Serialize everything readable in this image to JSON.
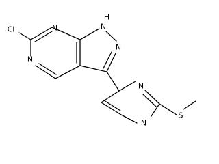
{
  "structure": {
    "atom_labels": {
      "chlorine": "Cl",
      "n_pyrimidine_top": "N",
      "n_pyrazole_nh": "H",
      "n_pyrazole_nh_n": "N",
      "n_pyrazole": "N",
      "n_pyrimidine_left": "N",
      "n_pyrimidine2_top": "N",
      "n_pyrimidine2_bottom": "N",
      "sulfur": "S"
    },
    "line_color": "#000000",
    "background": "#ffffff"
  }
}
